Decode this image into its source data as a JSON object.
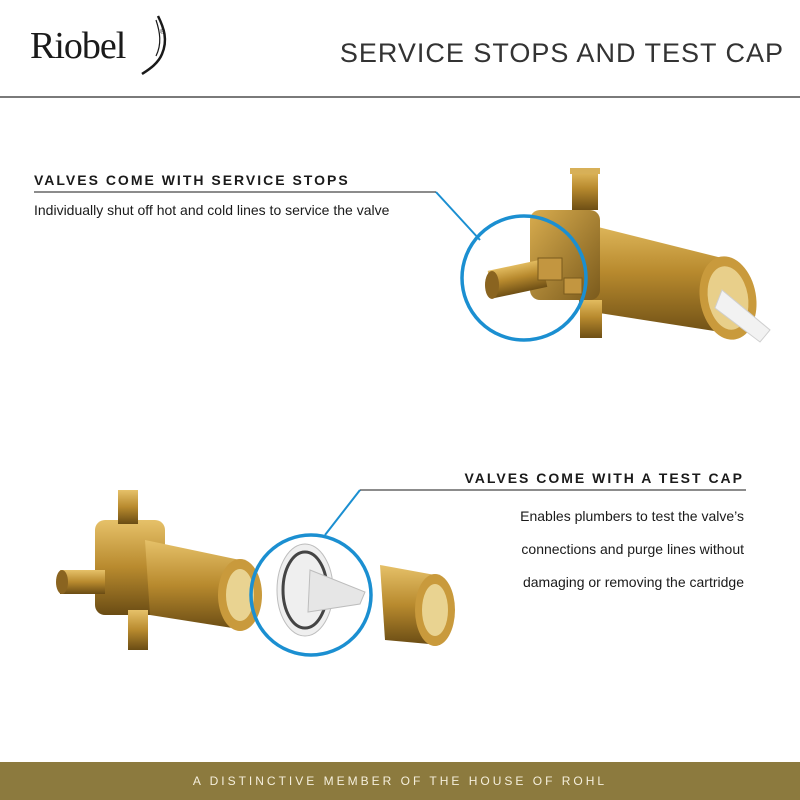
{
  "brand": {
    "name": "Riobel",
    "registered": "®"
  },
  "page_title": "SERVICE STOPS AND TEST CAP",
  "feature_service_stops": {
    "title": "VALVES COME WITH SERVICE STOPS",
    "description": "Individually shut off hot and cold lines to service the valve"
  },
  "feature_test_cap": {
    "title": "VALVES COME WITH A TEST CAP",
    "lines": [
      "Enables plumbers to test the valve’s",
      "connections and purge lines without",
      "damaging or removing the cartridge"
    ]
  },
  "footer": {
    "text": "A DISTINCTIVE MEMBER OF THE HOUSE OF ROHL"
  },
  "colors": {
    "accent_blue": "#1b8fd1",
    "brass": "#b88a2e",
    "footer_gold": "#8c7a3e"
  }
}
